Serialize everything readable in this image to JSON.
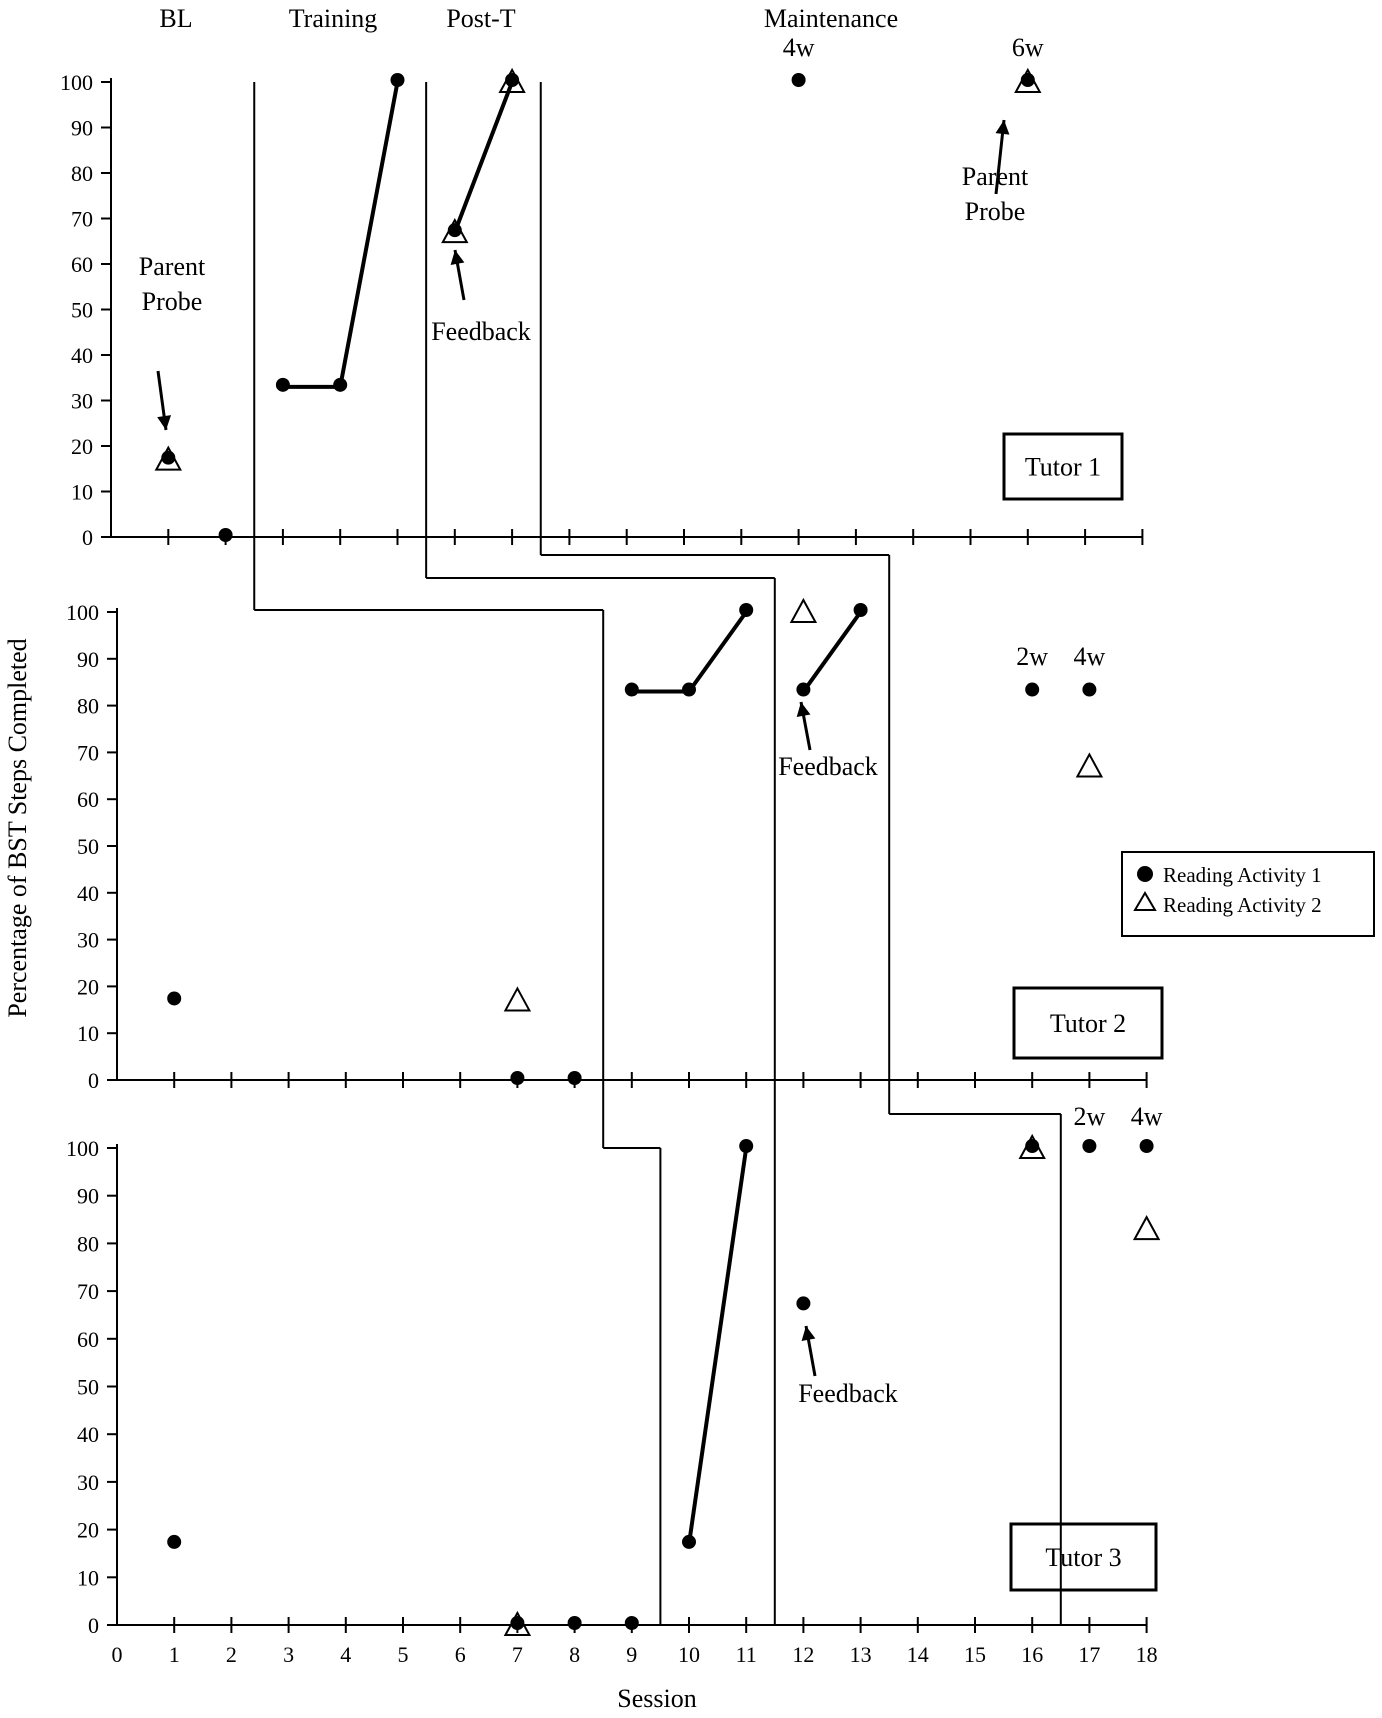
{
  "chart_data": [
    {
      "type": "scatter",
      "xlabel": "",
      "ylabel": "",
      "ylim": [
        0,
        100
      ],
      "xlim": [
        0,
        18
      ],
      "grid": false,
      "yticks": [
        "0",
        "10",
        "20",
        "30",
        "40",
        "50",
        "60",
        "70",
        "80",
        "90",
        "100"
      ],
      "phase_labels": [
        "BL",
        "Training",
        "Post-T",
        "Maintenance"
      ],
      "phase_change_lines": [
        2.5,
        5.5,
        7.5
      ],
      "tutor_label": "Tutor 1",
      "series": [
        {
          "name": "Reading Activity 1",
          "marker": "circle",
          "points": [
            [
              1,
              17
            ],
            [
              2,
              0
            ],
            [
              3,
              33
            ],
            [
              4,
              33
            ],
            [
              5,
              100
            ],
            [
              6,
              67
            ],
            [
              7,
              100
            ],
            [
              12,
              100
            ],
            [
              16,
              100
            ]
          ],
          "connected": [
            [
              3,
              33
            ],
            [
              4,
              33
            ],
            [
              5,
              100
            ]
          ],
          "connected2": [
            [
              6,
              67
            ],
            [
              7,
              100
            ]
          ]
        },
        {
          "name": "Reading Activity 2",
          "marker": "triangle",
          "points": [
            [
              1,
              17
            ],
            [
              6,
              67
            ],
            [
              7,
              100
            ],
            [
              16,
              100
            ]
          ]
        }
      ],
      "annotations": [
        {
          "text": [
            "Parent",
            "Probe"
          ],
          "target": [
            1,
            20
          ]
        },
        {
          "text": [
            "Feedback"
          ],
          "target": [
            6,
            64
          ]
        },
        {
          "text": [
            "Parent",
            "Probe"
          ],
          "target": [
            16,
            93
          ]
        }
      ],
      "session_labels": [
        {
          "x": 12,
          "text": "4w"
        },
        {
          "x": 16,
          "text": "6w"
        }
      ]
    },
    {
      "type": "scatter",
      "ylabel": "Percentage of BST Steps Completed",
      "ylim": [
        0,
        100
      ],
      "xlim": [
        0,
        18
      ],
      "yticks": [
        "0",
        "10",
        "20",
        "30",
        "40",
        "50",
        "60",
        "70",
        "80",
        "90",
        "100"
      ],
      "phase_change_lines": [
        8.5,
        11.5,
        13.5
      ],
      "tutor_label": "Tutor 2",
      "series": [
        {
          "name": "Reading Activity 1",
          "marker": "circle",
          "points": [
            [
              1,
              17
            ],
            [
              7,
              0
            ],
            [
              8,
              0
            ],
            [
              9,
              83
            ],
            [
              10,
              83
            ],
            [
              11,
              100
            ],
            [
              12,
              83
            ],
            [
              13,
              100
            ],
            [
              16,
              83
            ],
            [
              17,
              83
            ]
          ],
          "connected": [
            [
              9,
              83
            ],
            [
              10,
              83
            ],
            [
              11,
              100
            ]
          ],
          "connected2": [
            [
              12,
              83
            ],
            [
              13,
              100
            ]
          ]
        },
        {
          "name": "Reading Activity 2",
          "marker": "triangle",
          "points": [
            [
              7,
              17
            ],
            [
              12,
              100
            ],
            [
              17,
              67
            ]
          ]
        }
      ],
      "annotations": [
        {
          "text": [
            "Feedback"
          ],
          "target": [
            12,
            80
          ]
        }
      ],
      "session_labels": [
        {
          "x": 16,
          "text": "2w"
        },
        {
          "x": 17,
          "text": "4w"
        }
      ]
    },
    {
      "type": "scatter",
      "xlabel": "Session",
      "ylim": [
        0,
        100
      ],
      "xlim": [
        0,
        18
      ],
      "yticks": [
        "0",
        "10",
        "20",
        "30",
        "40",
        "50",
        "60",
        "70",
        "80",
        "90",
        "100"
      ],
      "xticks": [
        "0",
        "1",
        "2",
        "3",
        "4",
        "5",
        "6",
        "7",
        "8",
        "9",
        "10",
        "11",
        "12",
        "13",
        "14",
        "15",
        "16",
        "17",
        "18"
      ],
      "phase_change_lines": [
        9.5,
        11.5,
        16.5
      ],
      "tutor_label": "Tutor 3",
      "series": [
        {
          "name": "Reading Activity 1",
          "marker": "circle",
          "points": [
            [
              1,
              17
            ],
            [
              7,
              0
            ],
            [
              8,
              0
            ],
            [
              9,
              0
            ],
            [
              10,
              17
            ],
            [
              11,
              100
            ],
            [
              12,
              67
            ],
            [
              16,
              100
            ],
            [
              17,
              100
            ],
            [
              18,
              100
            ]
          ],
          "connected": [
            [
              10,
              17
            ],
            [
              11,
              100
            ]
          ]
        },
        {
          "name": "Reading Activity 2",
          "marker": "triangle",
          "points": [
            [
              7,
              0
            ],
            [
              16,
              100
            ],
            [
              18,
              83
            ]
          ]
        }
      ],
      "annotations": [
        {
          "text": [
            "Feedback"
          ],
          "target": [
            12,
            65
          ]
        }
      ],
      "session_labels": [
        {
          "x": 17,
          "text": "2w"
        },
        {
          "x": 18,
          "text": "4w"
        }
      ]
    }
  ],
  "legend": {
    "placement": "right",
    "items": [
      {
        "marker": "circle",
        "label": "Reading Activity 1"
      },
      {
        "marker": "triangle",
        "label": "Reading Activity 2"
      }
    ]
  }
}
